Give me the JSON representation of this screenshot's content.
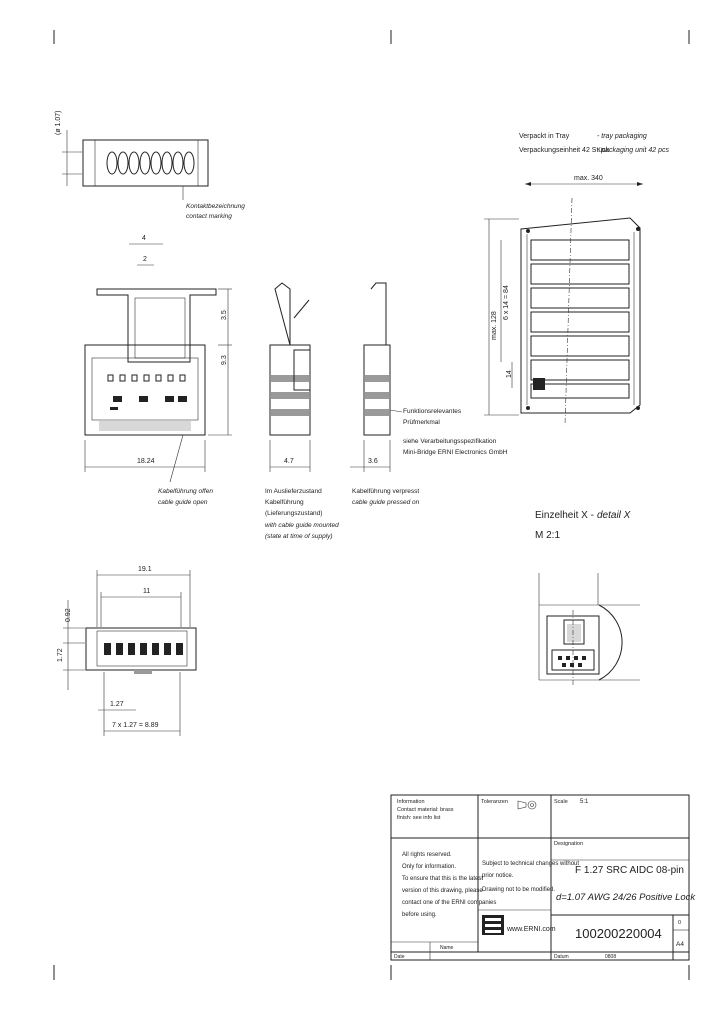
{
  "notes": {
    "contact_marking_de": "Kontaktbezeichnung",
    "contact_marking_en": "contact marking",
    "cable_guide_open_de": "Kabelführung offen",
    "cable_guide_open_en": "cable guide open",
    "delivery_state_de_1": "Im Auslieferzustand",
    "delivery_state_de_2": "Kabelführung",
    "delivery_state_de_3": "(Lieferungszustand)",
    "delivery_state_en_1": "with cable guide mounted",
    "delivery_state_en_2": "(state at time of supply)",
    "cable_guide_pressed_de": "Kabelführung verpresst",
    "cable_guide_pressed_en": "cable guide pressed on",
    "function_1": "Funktionsrelevantes",
    "function_2": "Prüfmerkmal",
    "function_3": "siehe Verarbeitungsspezifikation",
    "function_4": "Mini-Bridge ERNI Electronics GmbH"
  },
  "packaging": {
    "line1_de": "Verpackt in Tray",
    "line1_en": "- tray packaging",
    "line2_de": "Verpackungseinheit 42 Stück",
    "line2_en": "- packaging unit 42 pcs",
    "max_width": "max. 340",
    "max_height": "max. 128",
    "pitch": "6 x 14 = 84",
    "pitch_single": "14"
  },
  "detail": {
    "title_de": "Einzelheit X -",
    "title_en": "detail X",
    "scale": "M 2:1"
  },
  "dims": {
    "d107": "(ø 1.07)",
    "d4": "4",
    "d2": "2",
    "d35": "3.5",
    "d93": "9.3",
    "d1824": "18.24",
    "d47": "4.7",
    "d36": "3.6",
    "d191": "19.1",
    "d11": "11",
    "d092": "0.92",
    "d172": "1.72",
    "d127": "1.27",
    "pitch_total": "7 x 1.27 = 8.89"
  },
  "titleblock": {
    "information_1": "Information",
    "information_2": "Contact material: brass",
    "information_3": "finish: see info list",
    "tolerances_label": "Toleranzen",
    "scale_label": "Scale",
    "scale_value": "5:1",
    "designation_label": "Designation",
    "title_line1": "F 1.27 SRC AIDC 08-pin",
    "title_line2": "d=1.07 AWG 24/26 Positive Lock",
    "rights_1": "All rights reserved.",
    "rights_2": "Only for information.",
    "rights_3": "To ensure that this is the latest",
    "rights_4": "version of this drawing, please",
    "rights_5": "contact one of the ERNI companies",
    "rights_6": "before using.",
    "subject_1": "Subject to technical changes without",
    "subject_2": "prior notice.",
    "subject_3": "Drawing not to be modified.",
    "company": "www.ERNI.com",
    "part_number": "100200220004",
    "sheet_format": "A4",
    "rev": "0",
    "date_label": "Date",
    "name_label": "Name",
    "edit_label": "Datum",
    "edit_value": "0808"
  }
}
